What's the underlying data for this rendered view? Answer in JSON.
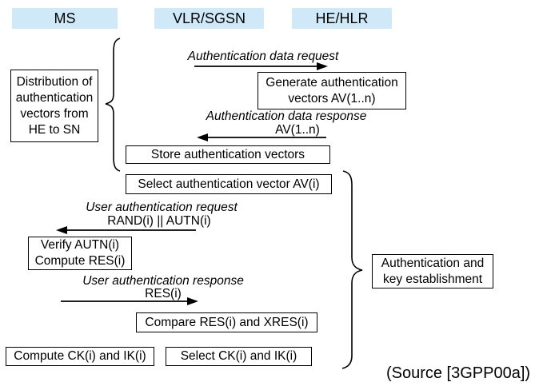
{
  "header": {
    "columns": [
      {
        "id": "ms",
        "label": "MS"
      },
      {
        "id": "vlr_sgsn",
        "label": "VLR/SGSN"
      },
      {
        "id": "he_hlr",
        "label": "HE/HLR"
      }
    ]
  },
  "colors": {
    "header_bg": "#cfe9f8",
    "line": "#000000",
    "box_bg": "#ffffff"
  },
  "messages": {
    "auth_data_request": {
      "label": "Authentication data request",
      "direction": "right"
    },
    "auth_data_response": {
      "label": "Authentication data response",
      "payload": "AV(1..n)",
      "direction": "left"
    },
    "user_auth_request": {
      "label": "User authentication request",
      "payload": "RAND(i) || AUTN(i)",
      "direction": "left"
    },
    "user_auth_response": {
      "label": "User authentication response",
      "payload": "RES(i)",
      "direction": "right"
    }
  },
  "process_boxes": {
    "generate_av": "Generate authentication\nvectors AV(1..n)",
    "store_av": "Store authentication vectors",
    "select_av": "Select authentication vector AV(i)",
    "verify_autn": "Verify AUTN(i)\nCompute RES(i)",
    "compare_res": "Compare RES(i) and XRES(i)",
    "compute_ck_ik": "Compute CK(i) and IK(i)",
    "select_ck_ik": "Select CK(i) and IK(i)"
  },
  "phase_labels": {
    "distribution": "Distribution of\nauthentication\nvectors from\nHE to SN",
    "auth_key_establishment": "Authentication and\nkey establishment"
  },
  "source_note": "(Source [3GPP00a])"
}
